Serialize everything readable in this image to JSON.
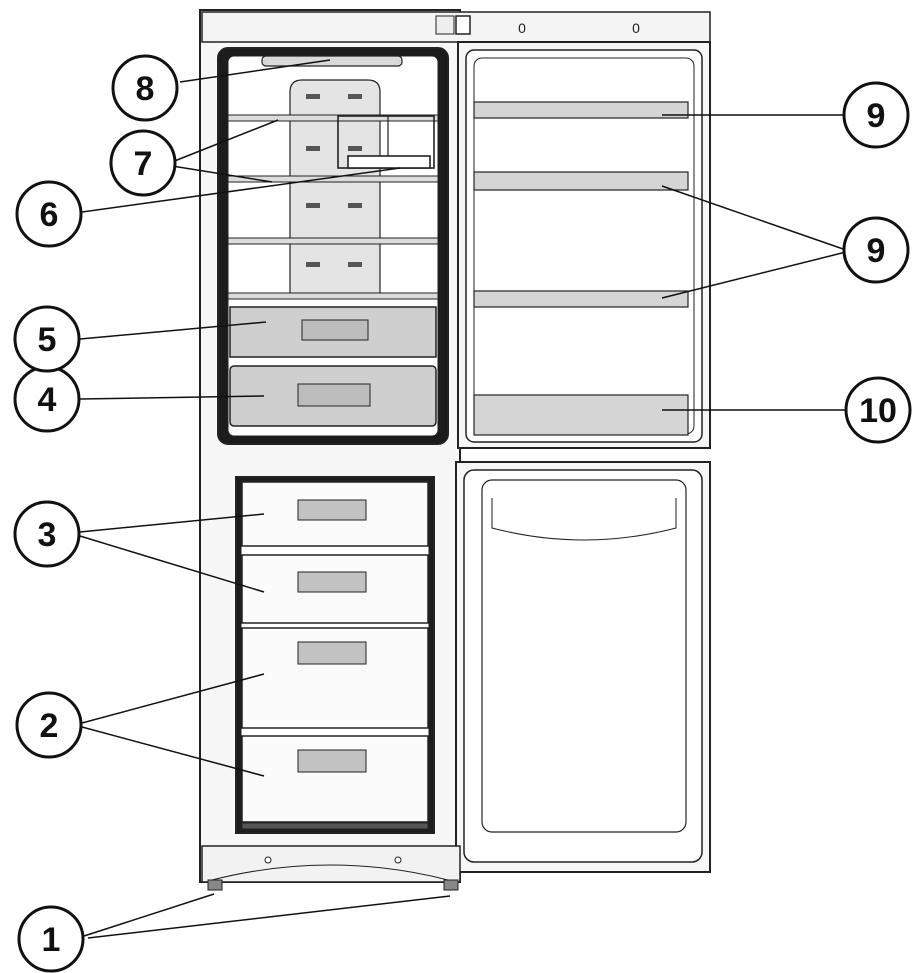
{
  "callouts": [
    {
      "id": "1",
      "label": "1"
    },
    {
      "id": "2",
      "label": "2"
    },
    {
      "id": "3",
      "label": "3"
    },
    {
      "id": "4",
      "label": "4"
    },
    {
      "id": "5",
      "label": "5"
    },
    {
      "id": "6",
      "label": "6"
    },
    {
      "id": "7",
      "label": "7"
    },
    {
      "id": "8",
      "label": "8"
    },
    {
      "id": "9a",
      "label": "9"
    },
    {
      "id": "9b",
      "label": "9"
    },
    {
      "id": "10",
      "label": "10"
    }
  ],
  "control_panel": {
    "knob_left": "0",
    "knob_right": "0"
  },
  "colors": {
    "line": "#222222",
    "cabinet_fill": "#f7f7f7",
    "interior_fill": "#ffffff",
    "crisper_fill": "#cfcfcf",
    "shelf_fill": "#dcdcdc",
    "door_bin_fill": "#d5d5d5",
    "drawer_fill": "#fbfbfb",
    "handle_fill": "#c2c2c2",
    "callout_fill": "#ffffff"
  }
}
